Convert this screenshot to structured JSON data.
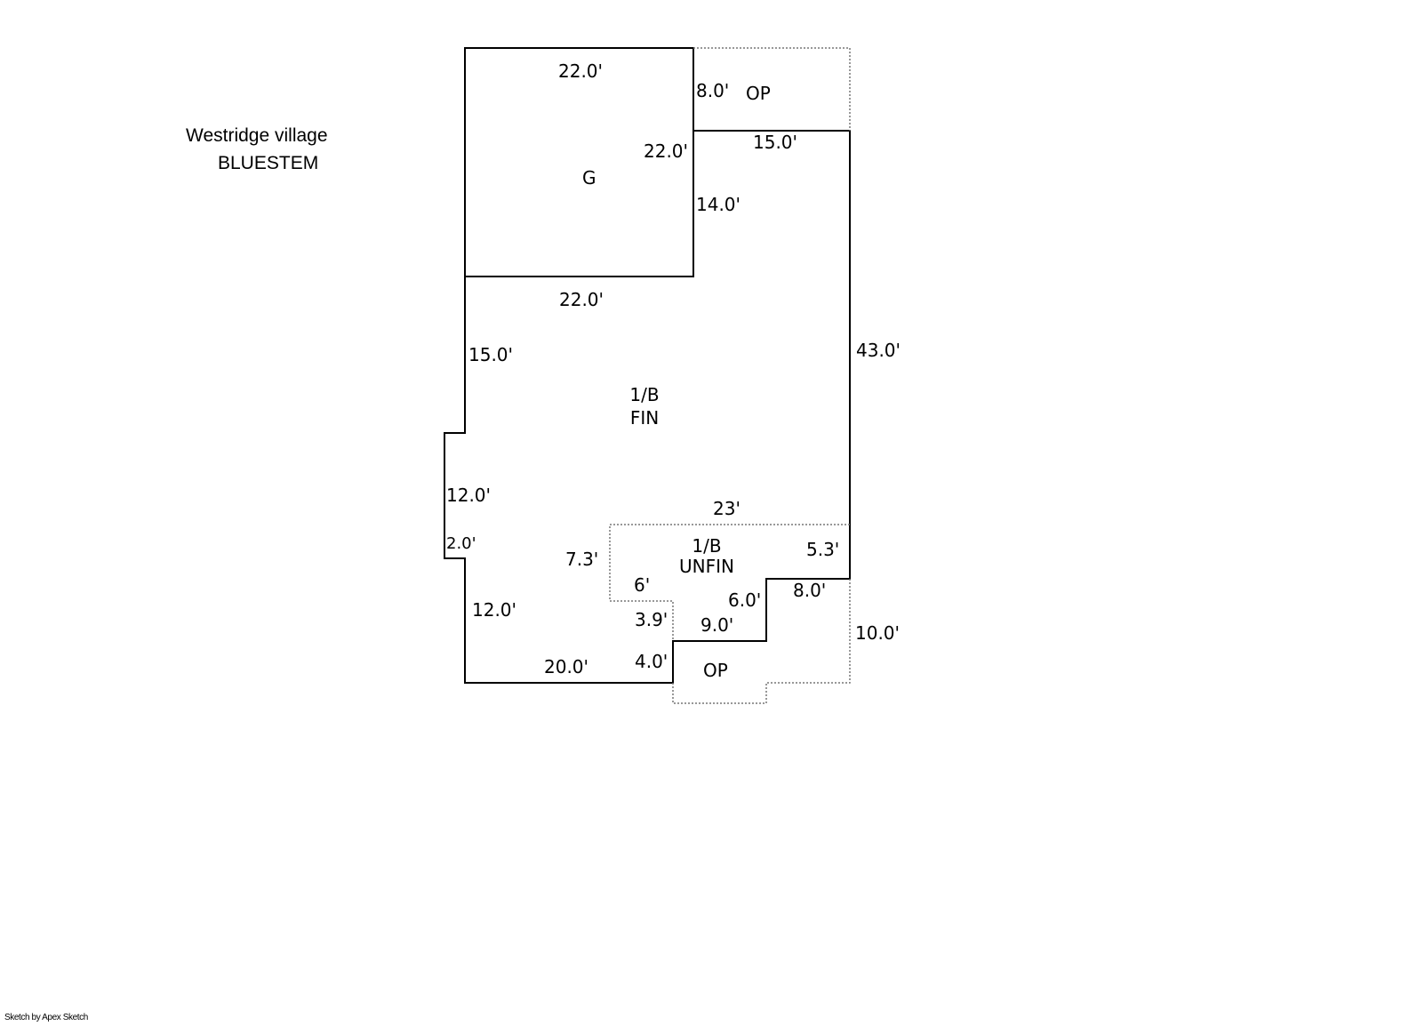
{
  "header": {
    "subdivision": "Westridge village",
    "model": "BLUESTEM"
  },
  "areas": {
    "garage": "G",
    "top_porch": "OP",
    "finished": [
      "1/B",
      "FIN"
    ],
    "unfinished": [
      "1/B",
      "UNFIN"
    ],
    "bottom_porch": "OP"
  },
  "dimensions": {
    "garage_top": "22.0'",
    "garage_right": "22.0'",
    "garage_bottom": "22.0'",
    "top_porch_left": "8.0'",
    "top_porch_bottom": "15.0'",
    "right_step": "14.0'",
    "right_wall": "43.0'",
    "left_upper": "15.0'",
    "left_jog": "12.0'",
    "left_jog_bottom": "2.0'",
    "left_lower": "12.0'",
    "bottom": "20.0'",
    "step_bottom": "4.0'",
    "unfin_top": "23'",
    "unfin_left": "7.3'",
    "unfin_notch": "6'",
    "unfin_notch_down": "3.9'",
    "unfin_right": "5.3'",
    "step_a": "9.0'",
    "step_b": "6.0'",
    "step_c": "8.0'",
    "porch_right": "10.0'"
  },
  "footer": "Sketch by Apex Sketch"
}
